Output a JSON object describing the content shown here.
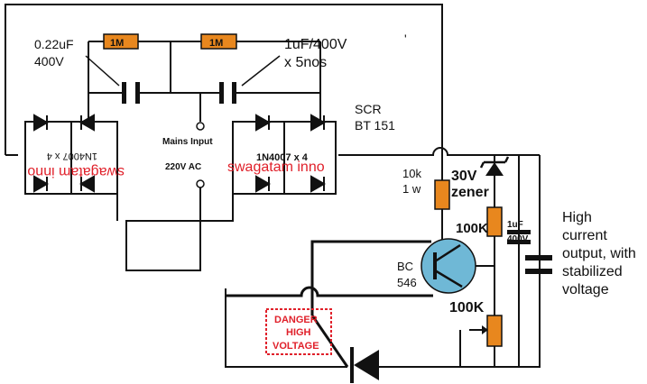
{
  "labels": {
    "cap_left": [
      "0.22uF",
      "400V"
    ],
    "cap_right": [
      "1uF/400V",
      "x 5nos"
    ],
    "res_left": "1M",
    "res_right": "1M",
    "scr": [
      "SCR",
      "BT 151"
    ],
    "mains": [
      "Mains Input",
      "220V AC"
    ],
    "bridge_left": "1N4007 x 4",
    "bridge_right": "1N4007 x 4",
    "watermark_left": "swagatam inno",
    "watermark_right": "swagatam inno",
    "res_10k": [
      "10k",
      "1 w"
    ],
    "zener": [
      "30V",
      "zener"
    ],
    "res_100k_top": "100K",
    "cap_small": [
      "1uF",
      "400V"
    ],
    "output": [
      "High",
      "current",
      "output, with",
      "stabilized",
      "voltage"
    ],
    "transistor": [
      "BC",
      "546"
    ],
    "res_100k_bottom": "100K",
    "danger": [
      "DANGER",
      "HIGH",
      "VOLTAGE"
    ],
    "tick": "'"
  },
  "colors": {
    "resistor": "#e8871e",
    "wire": "#111111",
    "transistor": "#6fb8d6",
    "watermark": "#e0202a",
    "danger": "#e0202a"
  }
}
